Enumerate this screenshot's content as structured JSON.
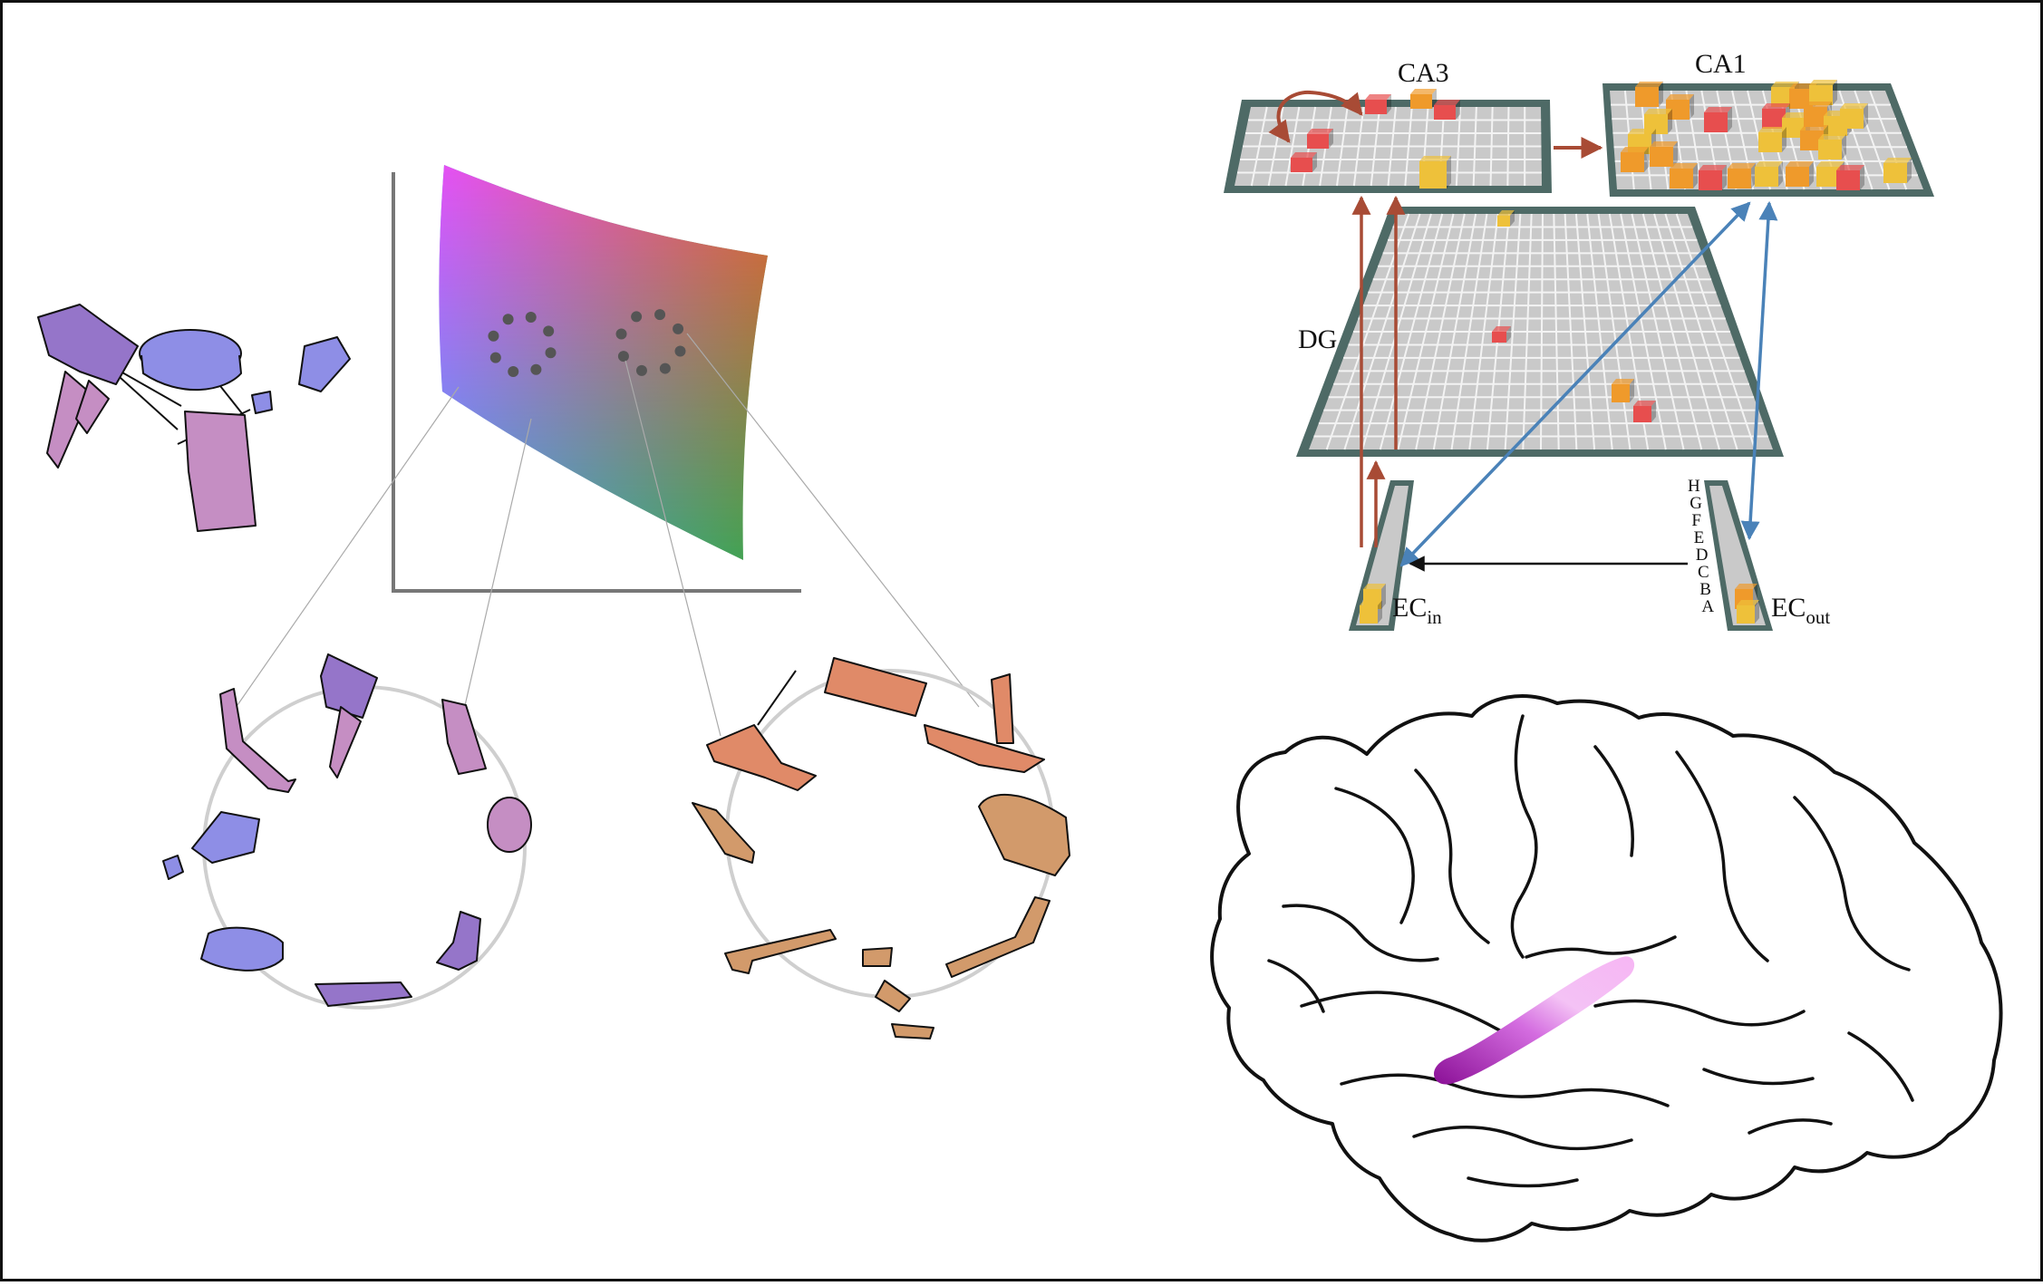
{
  "hippocampus": {
    "labels": {
      "ca3": "CA3",
      "ca1": "CA1",
      "dg": "DG",
      "ec_in_base": "EC",
      "ec_in_sub": "in",
      "ec_out_base": "EC",
      "ec_out_sub": "out"
    },
    "ec_letters": [
      "H",
      "G",
      "F",
      "E",
      "D",
      "C",
      "B",
      "A"
    ]
  },
  "colors": {
    "manifold_top_left": "#e94ef5",
    "manifold_top_right": "#f25c3a",
    "manifold_bottom_left": "#3ba8f2",
    "manifold_bottom_right": "#3fa447",
    "recurrent_arrow": "#a84b35",
    "feedforward_arrow": "#a84b35",
    "ec_arrow": "#4a82b8",
    "grid_border": "#4e6a66",
    "grid_fill": "#c9c9c9",
    "active_unit_red": "#e74e4e",
    "active_unit_orange": "#ef9a2b",
    "active_unit_yellow": "#eec13a",
    "cluster_blue": "#8e8ee6",
    "cluster_pink": "#c58ec3",
    "cluster_salmon": "#e08a68",
    "cluster_tan": "#d29a6b",
    "hippocampus_highlight": "#a11ea8"
  },
  "icons": {
    "satellite_cluster": "satellite-line-drawing-icon",
    "brain": "brain-lateral-view-icon"
  }
}
